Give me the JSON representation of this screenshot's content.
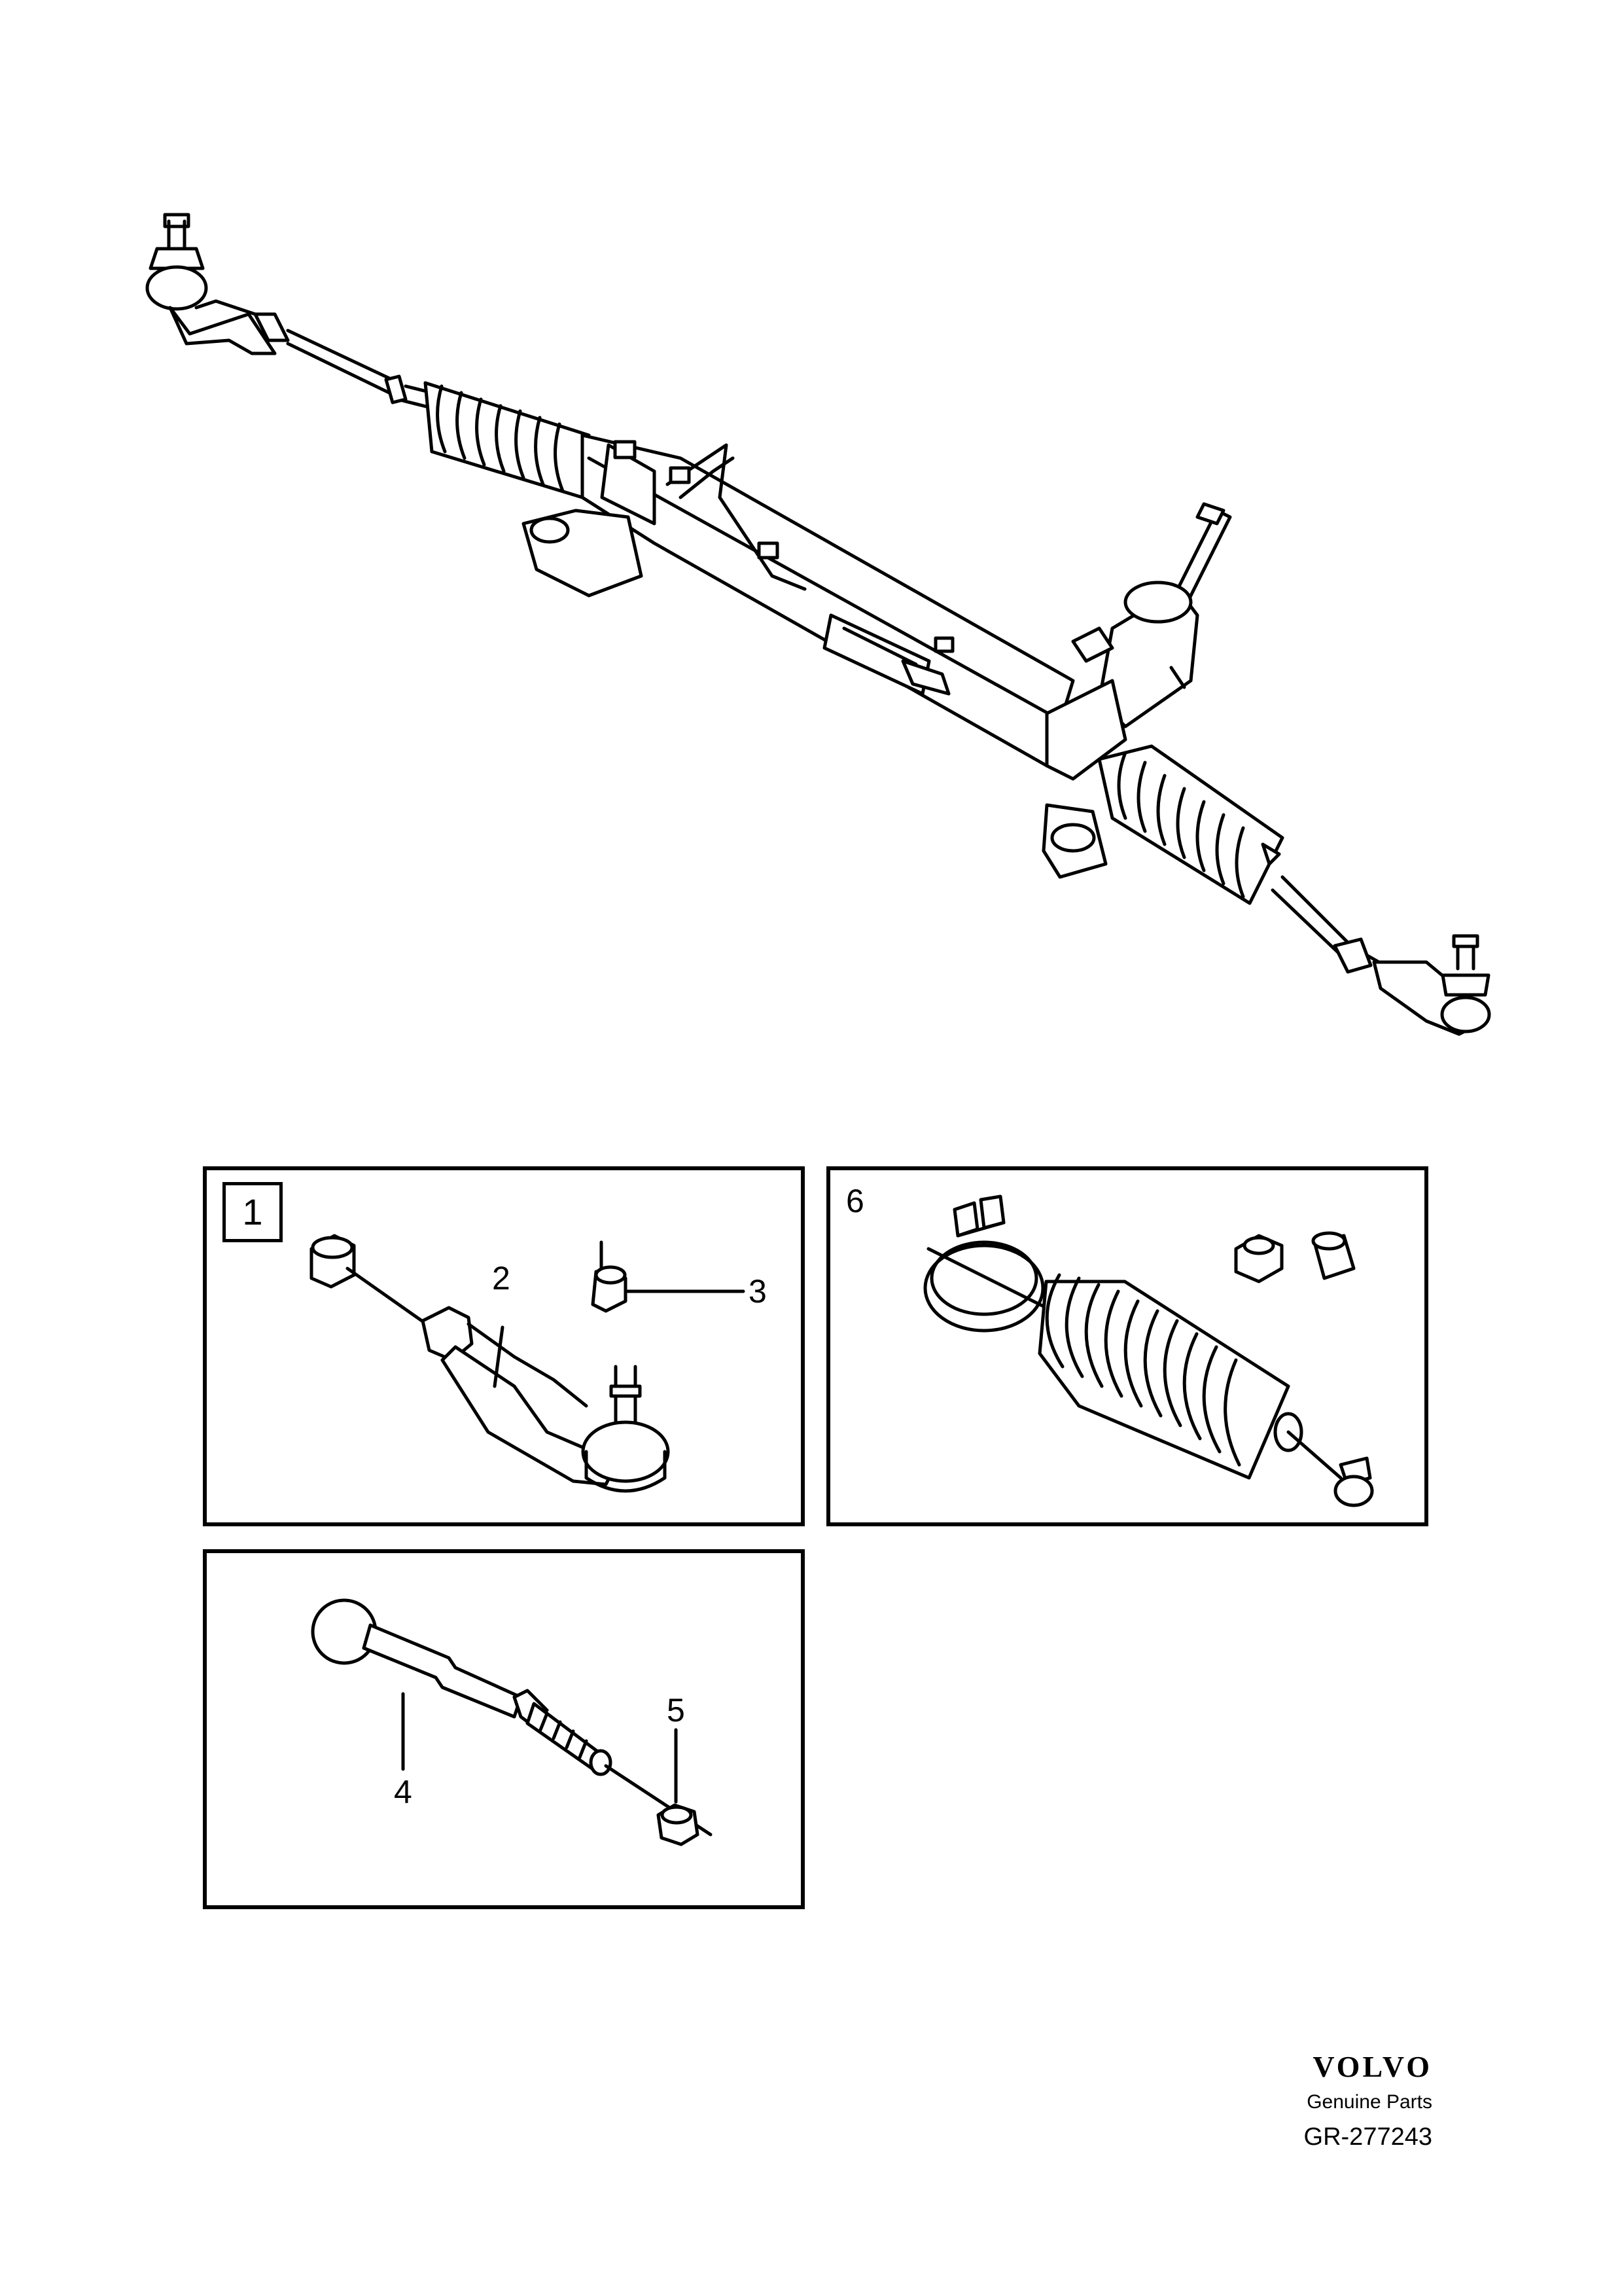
{
  "callouts": {
    "kit": "1",
    "tie_rod_end": "2",
    "nut": "3",
    "inner_tie_rod": "4",
    "lock_nut": "5",
    "boot_kit": "6"
  },
  "footer": {
    "brand": "VOLVO",
    "subtitle": "Genuine Parts",
    "code": "GR-277243"
  },
  "icons": {
    "steering_rack": "steering-rack-icon",
    "tie_rod_end": "tie-rod-end-icon",
    "inner_tie_rod": "inner-tie-rod-icon",
    "bellows": "bellows-boot-icon",
    "clamp": "hose-clamp-icon",
    "nut": "hex-nut-icon"
  }
}
